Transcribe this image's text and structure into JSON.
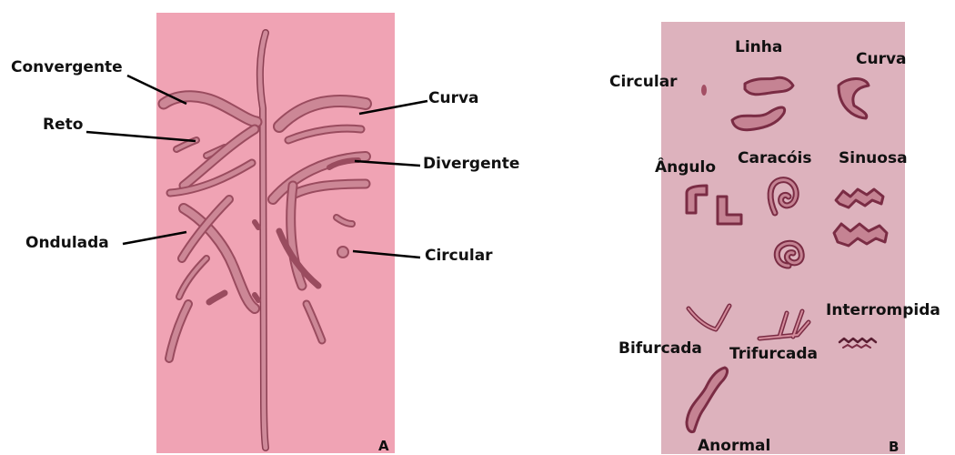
{
  "panel_a": {
    "letter": "A",
    "labels": {
      "convergente": "Convergente",
      "reto": "Reto",
      "ondulada": "Ondulada",
      "curva": "Curva",
      "divergente": "Divergente",
      "circular": "Circular"
    }
  },
  "panel_b": {
    "letter": "B",
    "labels": {
      "circular": "Circular",
      "linha": "Linha",
      "curva": "Curva",
      "angulo": "Ângulo",
      "caracois": "Caracóis",
      "sinuosa": "Sinuosa",
      "bifurcada": "Bifurcada",
      "trifurcada": "Trifurcada",
      "interrompida": "Interrompida",
      "anormal": "Anormal"
    }
  },
  "colors": {
    "panel_a_bg": "#f0a3b4",
    "panel_b_bg": "#ddb2bd",
    "groove_fill": "#c97f8f",
    "groove_stroke": "#8a3f52"
  }
}
